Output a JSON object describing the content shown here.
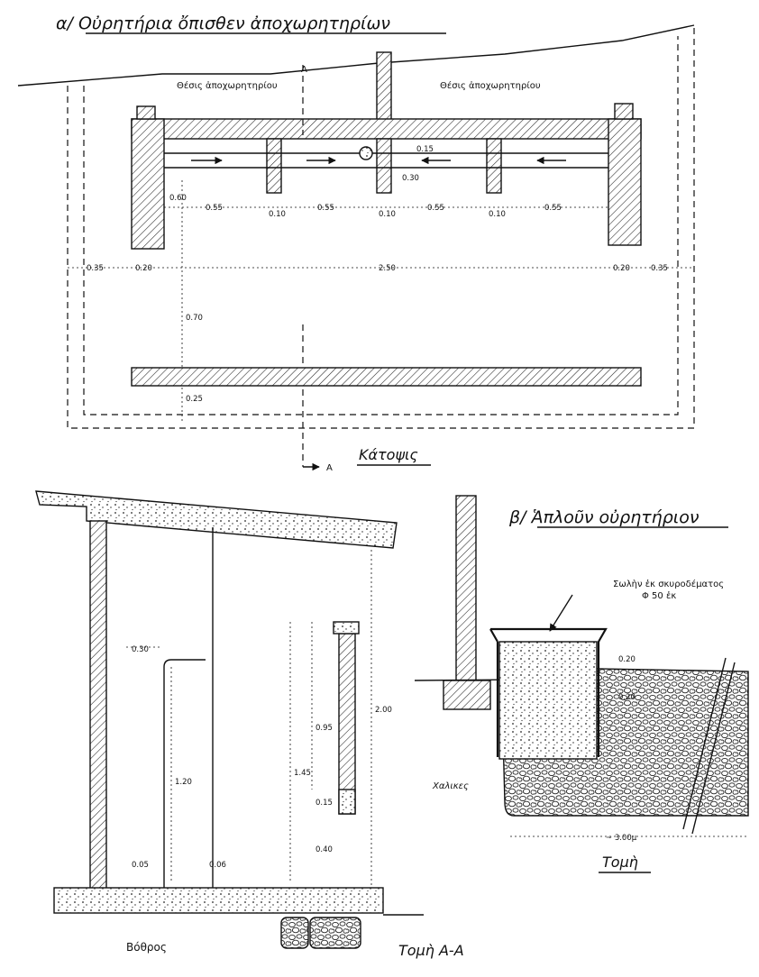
{
  "plan": {
    "title": "α/ Οὐρητήρια ὄπισθεν ἀποχωρητηρίων",
    "label_left": "Θέσις ἀποχωρητηρίου",
    "label_right": "Θέσις ἀποχωρητηρίου",
    "section_mark_top": "A",
    "section_mark_bottom": "A",
    "caption": "Κάτοψις",
    "dims": {
      "d055_1": "0.55",
      "d055_2": "0.55",
      "d055_3": "0.55",
      "d055_4": "0.55",
      "d010_1": "0.10",
      "d010_2": "0.10",
      "d010_3": "0.10",
      "d060": "0.60",
      "d030": "0.30",
      "d015": "0.15",
      "d035_l": "0.35",
      "d020_l": "0.20",
      "d250": "2.50",
      "d020_r": "0.20",
      "d035_r": "0.35",
      "d070": "0.70",
      "d025": "0.25"
    }
  },
  "section_aa": {
    "caption": "Τομὴ A-A",
    "pit_label": "Βόθρος",
    "dims": {
      "d030": "0.30",
      "d120": "1.20",
      "d095": "0.95",
      "d145": "1.45",
      "d200": "2.00",
      "d015": "0.15",
      "d040": "0.40",
      "d006": "0.06",
      "d005": "0.05"
    }
  },
  "simple": {
    "title": "β/ Ἁπλοῦν οὐρητήριον",
    "pipe_label": "Σωλὴν ἐκ σκυροδέματος",
    "pipe_size": "Φ 50 ἐκ",
    "gravel_label": "Χαλικες",
    "caption": "Τομὴ",
    "dims": {
      "d020_a": "0.20",
      "d020_b": "0.20",
      "d300": "~ 3.00μ"
    }
  }
}
